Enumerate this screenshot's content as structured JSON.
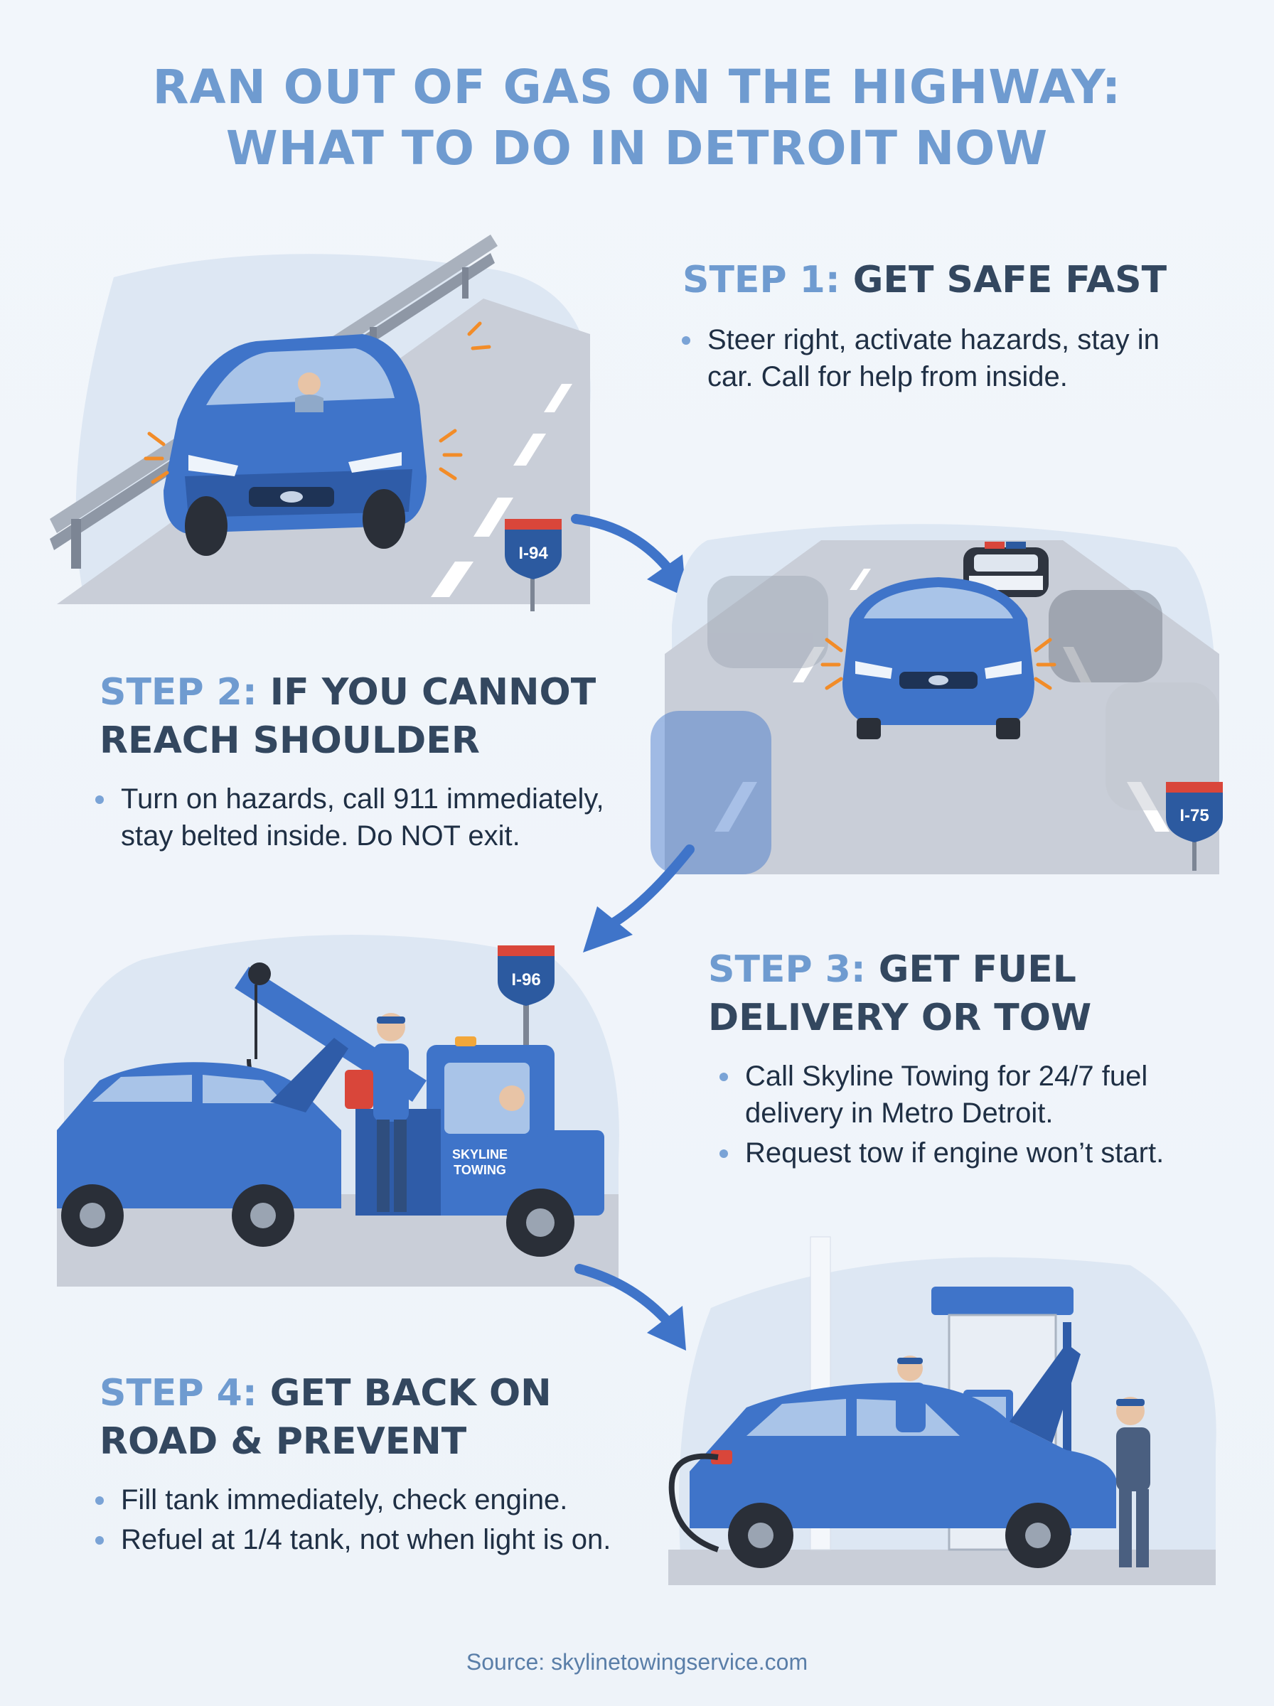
{
  "title_lines": [
    "RAN OUT OF GAS ON THE HIGHWAY:",
    "WHAT TO DO IN DETROIT NOW"
  ],
  "steps": [
    {
      "num": "STEP 1:",
      "heading_lines": [
        "GET SAFE FAST"
      ],
      "bullets": [
        "Steer right, activate hazards, stay in car. Call for help from inside."
      ]
    },
    {
      "num": "STEP 2:",
      "heading_lines": [
        "IF YOU CANNOT",
        "REACH SHOULDER"
      ],
      "bullets": [
        "Turn on hazards, call 911 immediately, stay belted inside. Do NOT exit."
      ]
    },
    {
      "num": "STEP 3:",
      "heading_lines": [
        "GET FUEL",
        "DELIVERY OR TOW"
      ],
      "bullets": [
        "Call Skyline Towing for 24/7 fuel delivery in Metro Detroit.",
        "Request tow if engine won’t start."
      ]
    },
    {
      "num": "STEP 4:",
      "heading_lines": [
        "GET BACK ON",
        "ROAD & PREVENT"
      ],
      "bullets": [
        "Fill tank immediately, check engine.",
        "Refuel at 1/4 tank, not when light is on."
      ]
    }
  ],
  "signs": {
    "s1": "I-94",
    "s2": "I-75",
    "s3": "I-96"
  },
  "truck_text": [
    "SKYLINE",
    "TOWING"
  ],
  "source": "Source: skylinetowingservice.com",
  "colors": {
    "title": "#6f9bd0",
    "heading": "#33475f",
    "car_blue": "#3f74c9",
    "road": "#c9ced8",
    "sign_blue": "#2c5aa0",
    "sign_red": "#d9463a",
    "hazard": "#f28c28"
  }
}
